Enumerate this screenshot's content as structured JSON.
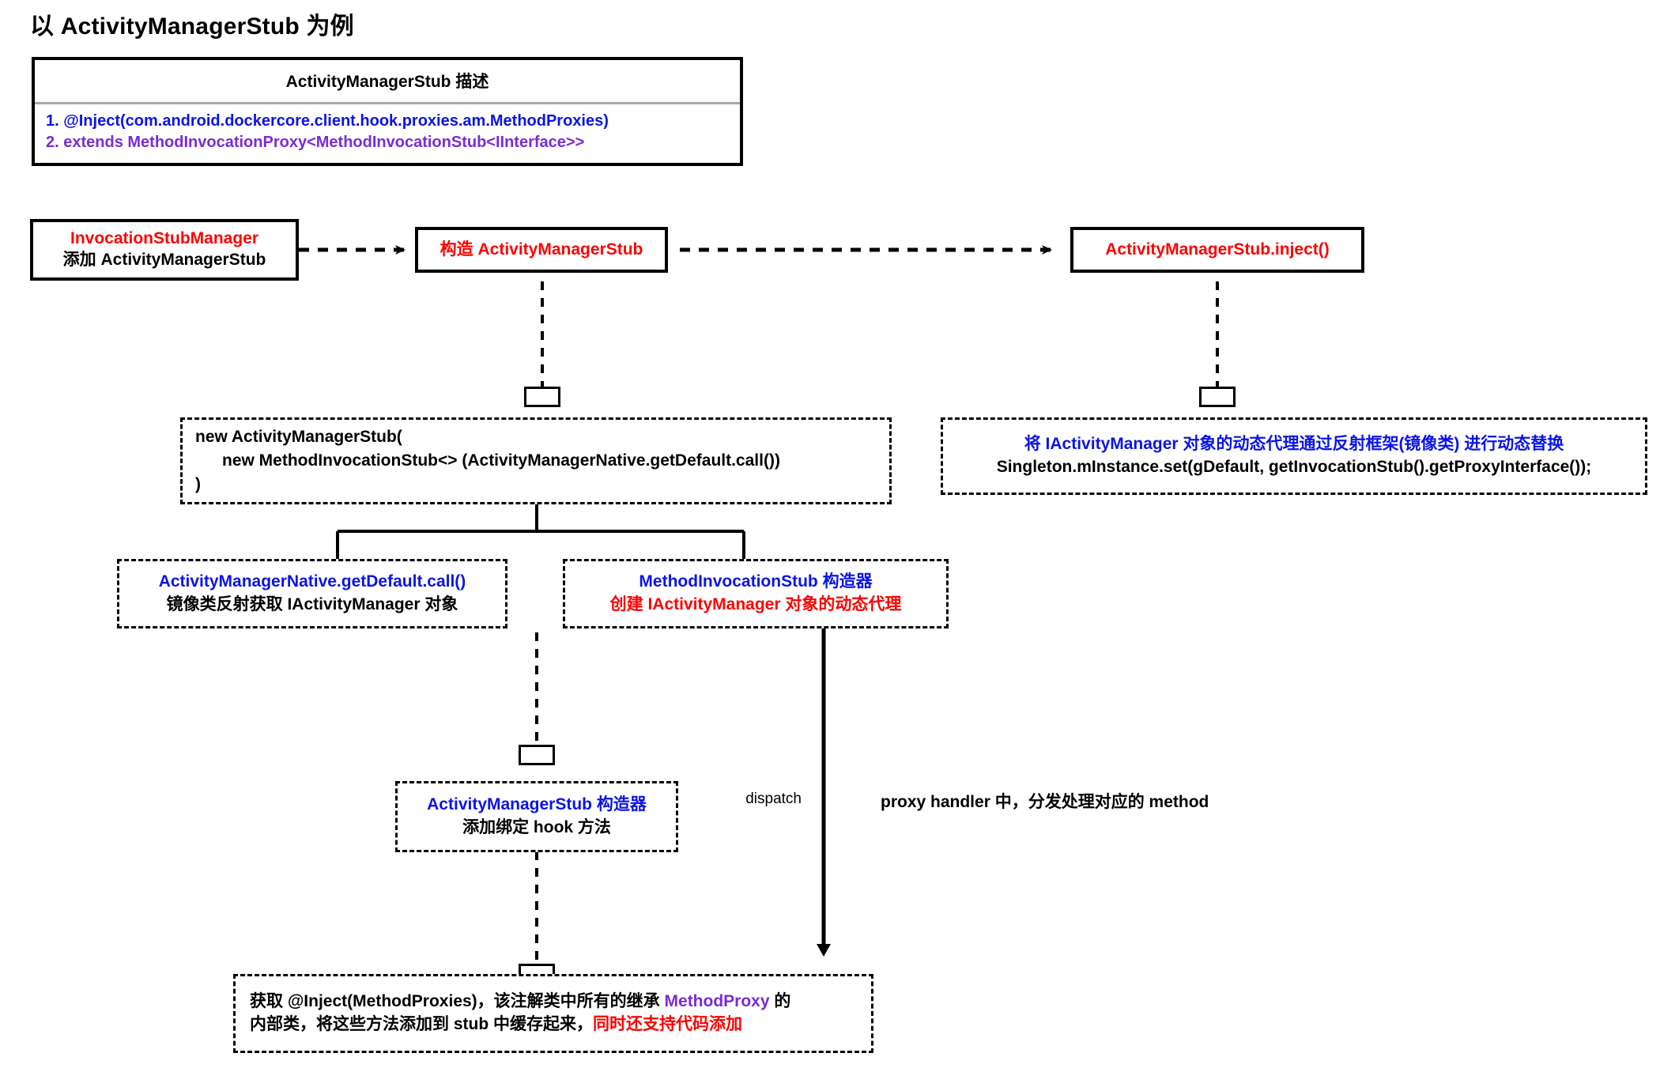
{
  "page": {
    "title": "以 ActivityManagerStub 为例",
    "background": "#ffffff"
  },
  "colors": {
    "red": "#ff0000",
    "blue": "#0a14e8",
    "purple": "#7b2bd4",
    "black": "#000000",
    "rule": "#a8a8a8"
  },
  "description_table": {
    "header": "ActivityManagerStub 描述",
    "rows": [
      "1. @Inject(com.android.dockercore.client.hook.proxies.am.MethodProxies)",
      "2. extends MethodInvocationProxy<MethodInvocationStub<IInterface>>"
    ]
  },
  "nodes": {
    "invocation_stub_manager": {
      "line1": "InvocationStubManager",
      "line2": "添加 ActivityManagerStub"
    },
    "construct_ams": {
      "line1": "构造 ActivityManagerStub"
    },
    "ams_inject": {
      "line1": "ActivityManagerStub.inject()"
    },
    "new_ams_code": {
      "line1": "new ActivityManagerStub(",
      "line2": "new MethodInvocationStub<> (ActivityManagerNative.getDefault.call())",
      "line3": ")"
    },
    "dynamic_replace": {
      "line1_a": "将 IActivityManager",
      "line1_b": " 对象的动态代理通过反射框架(镜像类) 进行动态替换",
      "line2": "Singleton.mInstance.set(gDefault, getInvocationStub().getProxyInterface());"
    },
    "get_default_call": {
      "line1": "ActivityManagerNative.getDefault.call()",
      "line2": "镜像类反射获取 IActivityManager 对象"
    },
    "mis_constructor": {
      "line1": "MethodInvocationStub 构造器",
      "line2": "创建 IActivityManager 对象的动态代理"
    },
    "ams_constructor": {
      "line1": "ActivityManagerStub 构造器",
      "line2": "添加绑定 hook 方法"
    },
    "inject_methods": {
      "part1": "获取 @Inject(MethodProxies)，该注解类中所有的继承 ",
      "part2": "MethodProxy",
      "part3": " 的",
      "part4": "内部类，将这些方法添加到 stub 中缓存起来，",
      "part5": "同时还支持代码添加"
    }
  },
  "edges": {
    "dispatch_label": "dispatch",
    "dispatch_note": "proxy handler 中，分发处理对应的 method"
  }
}
